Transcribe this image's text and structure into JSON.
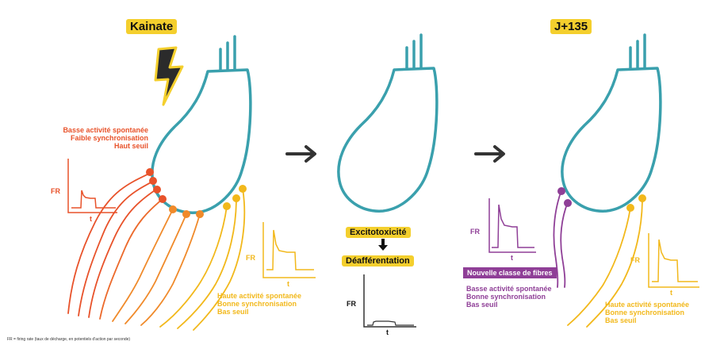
{
  "colors": {
    "cell": "#3aa0ad",
    "red": "#e8522a",
    "orange": "#f08a2a",
    "yellow": "#f2b81b",
    "purple": "#8f3f97",
    "stamp": "#f4cf2d",
    "arrow": "#333333"
  },
  "panel1": {
    "title": "Kainate",
    "icon": "lightning-bolt-icon",
    "low_group": [
      "Basse activité spontanée",
      "Faible synchronisation",
      "Haut seuil"
    ],
    "high_group": [
      "Haute activité spontanée",
      "Bonne synchronisation",
      "Bas seuil"
    ],
    "plot_red": {
      "y_label": "FR",
      "x_label": "t"
    },
    "plot_yellow": {
      "y_label": "FR",
      "x_label": "t"
    }
  },
  "panel2": {
    "label_top": "Excitotoxicité",
    "label_bottom": "Déafférentation",
    "plot": {
      "y_label": "FR",
      "x_label": "t"
    }
  },
  "panel3": {
    "title": "J+135",
    "new_class": "Nouvelle classe de fibres",
    "purple_group": [
      "Basse activité spontanée",
      "Bonne synchronisation",
      "Bas seuil"
    ],
    "high_group": [
      "Haute activité spontanée",
      "Bonne synchronisation",
      "Bas seuil"
    ],
    "plot_purple": {
      "y_label": "FR",
      "x_label": "t"
    },
    "plot_yellow": {
      "y_label": "FR",
      "x_label": "t"
    }
  },
  "footnote": "FR = firing rate (taux de décharge, en potentiels d'action par seconde)"
}
